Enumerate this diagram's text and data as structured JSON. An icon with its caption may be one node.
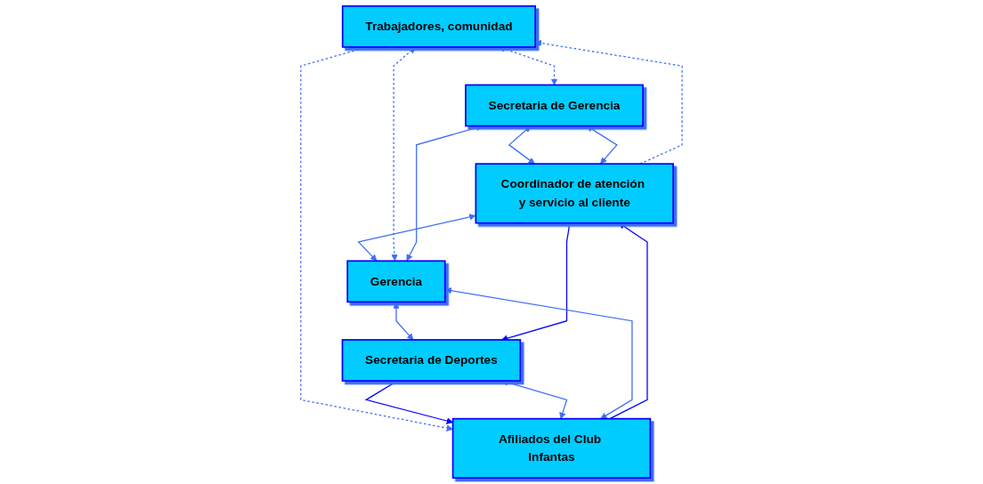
{
  "diagram": {
    "nodes": [
      {
        "text": [
          "Trabajadores, comunidad"
        ]
      },
      {
        "text": [
          "Gerencia"
        ]
      },
      {
        "text": [
          "Secretaria de Gerencia"
        ]
      },
      {
        "text": [
          "Secretaria de Deportes"
        ]
      },
      {
        "text": [
          "Coordinador de atención y servicio al cliente"
        ]
      },
      {
        "text": [
          "Afiliados del Club Infantas"
        ]
      }
    ],
    "edges": [
      {
        "from": 1,
        "to": 0,
        "arrow": "both",
        "style": "dashed"
      },
      {
        "from": 1,
        "to": 2,
        "arrow": "both"
      },
      {
        "from": 0,
        "to": 2,
        "arrow": "both",
        "style": "dashed"
      },
      {
        "from": 1,
        "to": 3,
        "arrow": "both"
      },
      {
        "from": 4,
        "to": 1,
        "arrow": "both"
      },
      {
        "from": 4,
        "to": 2,
        "arrow": "both"
      },
      {
        "from": 2,
        "to": 4,
        "arrow": "both"
      },
      {
        "from": 4,
        "to": 3,
        "arrow": "to",
        "color": "#0000ff"
      },
      {
        "from": 4,
        "to": 0,
        "arrow": "to",
        "style": "dashed"
      },
      {
        "from": 0,
        "to": 5,
        "arrow": "to",
        "style": "dashed"
      },
      {
        "from": 3,
        "to": 5,
        "arrow": "to",
        "color": "#0000ff"
      },
      {
        "from": 3,
        "to": 5,
        "arrow": "both"
      },
      {
        "from": 5,
        "to": 4,
        "arrow": "to",
        "color": "#0000ff"
      },
      {
        "from": 1,
        "to": 5,
        "arrow": "both"
      }
    ]
  }
}
